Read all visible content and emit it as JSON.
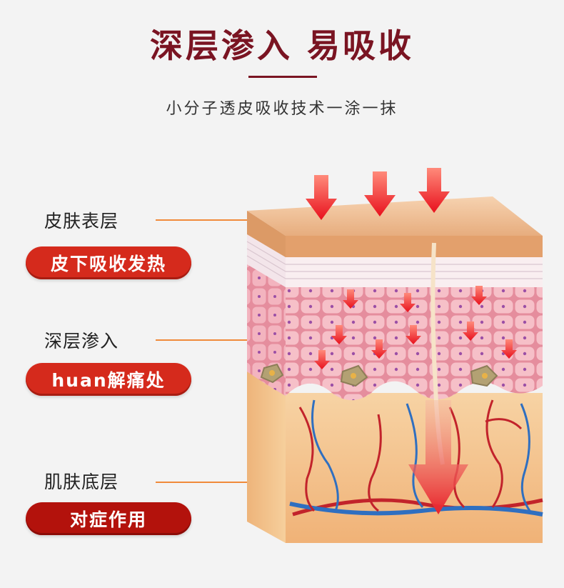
{
  "header": {
    "title": "深层渗入 易吸收",
    "subtitle": "小分子透皮吸收技术一涂一抹"
  },
  "layers": [
    {
      "label": "皮肤表层",
      "badge": "皮下吸收发热"
    },
    {
      "label": "深层渗入",
      "badge": "huan解痛处"
    },
    {
      "label": "肌肤底层",
      "badge": "对症作用"
    }
  ],
  "colors": {
    "title": "#7a1422",
    "badge": "#d52a1c",
    "leader": "#f08a3a",
    "arrow": "#e8222a",
    "skin_surface": "#f0b98a",
    "cell_layer": "#f2a9b4",
    "fat_layer": "#f5c38c",
    "vein": "#2f6fc0",
    "artery": "#c2232b"
  }
}
